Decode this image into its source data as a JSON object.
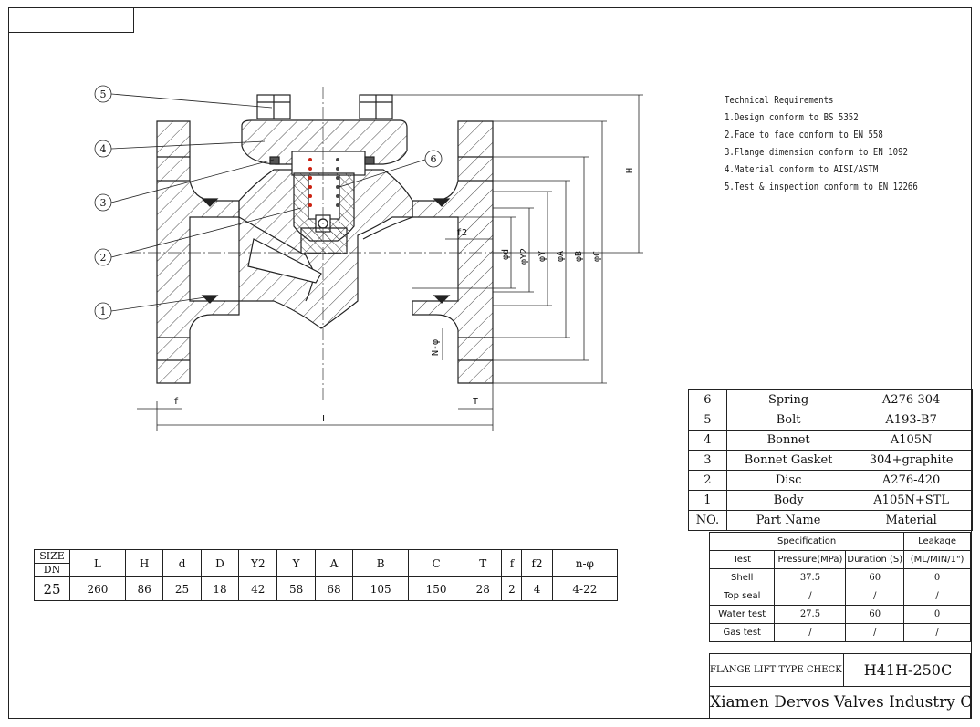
{
  "tech_requirements": {
    "heading": "Technical Requirements",
    "items": [
      "1.Design conform to BS 5352",
      "2.Face to face conform to EN 558",
      "3.Flange dimension conform to EN 1092",
      "4.Material conform to AISI/ASTM",
      "5.Test & inspection conform to EN 12266"
    ]
  },
  "callouts": [
    "5",
    "4",
    "3",
    "2",
    "1",
    "6"
  ],
  "dim_labels": {
    "H": "H",
    "L": "L",
    "f": "f",
    "T": "T",
    "f2": "f2",
    "nphi": "N-φ",
    "d": "φd",
    "Y2": "φY2",
    "Y": "φY",
    "A": "φA",
    "B": "φB",
    "C": "φC"
  },
  "parts_table": {
    "rows": [
      {
        "no": "6",
        "name": "Spring",
        "material": "A276-304"
      },
      {
        "no": "5",
        "name": "Bolt",
        "material": "A193-B7"
      },
      {
        "no": "4",
        "name": "Bonnet",
        "material": "A105N"
      },
      {
        "no": "3",
        "name": "Bonnet Gasket",
        "material": "304+graphite"
      },
      {
        "no": "2",
        "name": "Disc",
        "material": "A276-420"
      },
      {
        "no": "1",
        "name": "Body",
        "material": "A105N+STL"
      }
    ],
    "header": {
      "no": "NO.",
      "name": "Part Name",
      "material": "Material"
    }
  },
  "spec_table": {
    "group_header": "Specification",
    "leakage_header": "Leakage",
    "columns": [
      "Test",
      "Pressure(MPa)",
      "Duration (S)",
      "(ML/MIN/1\")"
    ],
    "rows": [
      {
        "test": "Shell",
        "pressure": "37.5",
        "duration": "60",
        "leakage": "0"
      },
      {
        "test": "Top seal",
        "pressure": "/",
        "duration": "/",
        "leakage": "/"
      },
      {
        "test": "Water test",
        "pressure": "27.5",
        "duration": "60",
        "leakage": "0"
      },
      {
        "test": "Gas test",
        "pressure": "/",
        "duration": "/",
        "leakage": "/"
      }
    ]
  },
  "dims_table": {
    "size_label": "SIZE",
    "dn_label": "DN",
    "headers": [
      "L",
      "H",
      "d",
      "D",
      "Y2",
      "Y",
      "A",
      "B",
      "C",
      "T",
      "f",
      "f2",
      "n-φ"
    ],
    "dn": "25",
    "values": [
      "260",
      "86",
      "25",
      "18",
      "42",
      "58",
      "68",
      "105",
      "150",
      "28",
      "2",
      "4",
      "4-22"
    ]
  },
  "title_block": {
    "product": "FLANGE LIFT TYPE CHECK VALVE",
    "code": "H41H-250C",
    "company": "Xiamen Dervos Valves Industry Co.,ltd ."
  }
}
